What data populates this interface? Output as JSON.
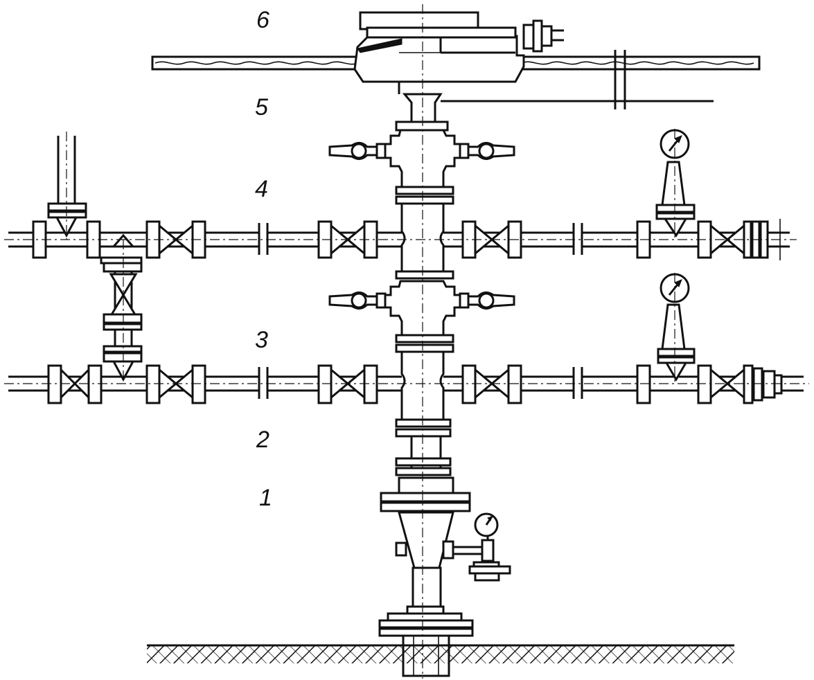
{
  "callouts": [
    {
      "id": "6",
      "text": "6"
    },
    {
      "id": "5",
      "text": "5"
    },
    {
      "id": "4",
      "text": "4"
    },
    {
      "id": "3",
      "text": "3"
    },
    {
      "id": "2",
      "text": "2"
    },
    {
      "id": "1",
      "text": "1"
    }
  ],
  "colors": {
    "line": "#111111",
    "background": "#ffffff"
  },
  "icons": [
    "pressure-gauge-icon",
    "gate-valve-icon",
    "flange-icon",
    "hatched-ground-icon"
  ]
}
